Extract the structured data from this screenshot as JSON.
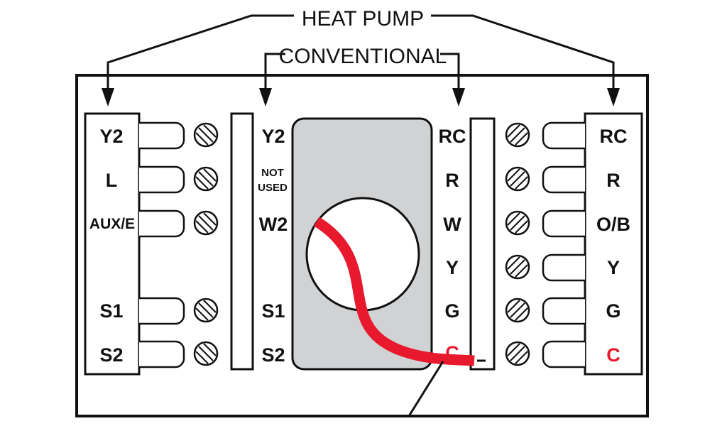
{
  "labels": {
    "heat_pump": "HEAT PUMP",
    "conventional": "CONVENTIONAL"
  },
  "left_outer_terminals": [
    "Y2",
    "L",
    "AUX/E",
    "",
    "S1",
    "S2"
  ],
  "left_inner_terminals": [
    "Y2",
    "NOT USED",
    "W2",
    "",
    "S1",
    "S2"
  ],
  "left_inner_not_used": {
    "line1": "NOT",
    "line2": "USED"
  },
  "right_inner_terminals": [
    "RC",
    "R",
    "W",
    "Y",
    "G",
    "C"
  ],
  "right_outer_terminals": [
    "RC",
    "R",
    "O/B",
    "Y",
    "G",
    "C"
  ],
  "colors": {
    "wire": "#e8192c",
    "c_terminal": "#e8192c",
    "plate": "#d0d2d3",
    "line": "#111111"
  }
}
